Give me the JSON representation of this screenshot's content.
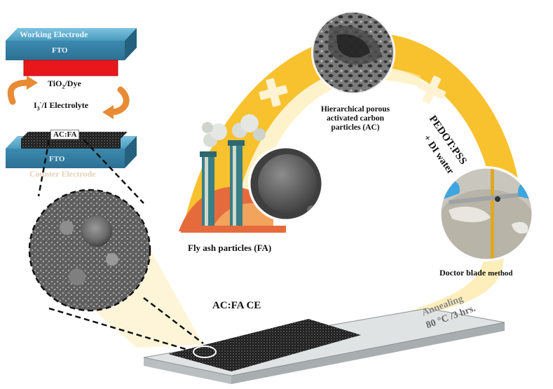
{
  "cell": {
    "working_electrode": "Working Electrode",
    "fto_top": "FTO",
    "dye_main": "TiO",
    "dye_sub": "2",
    "dye_rest": "/Dye",
    "electrolyte_main": "I",
    "electrolyte_sub": "3",
    "electrolyte_sup": "-",
    "electrolyte_rest": "/I Electrolyte",
    "acfa_tag": "AC:FA",
    "fto_bottom": "FTO",
    "counter_electrode": "Counter Electrode"
  },
  "process": {
    "fly_ash": "Fly ash particles (FA)",
    "porous_carbon": [
      "Hierarchical porous",
      "activated carbon",
      "particles (AC)"
    ],
    "pedot": "PEDOT:PSS",
    "di_water": "+ DI water",
    "doctor_blade": "Doctor blade",
    "doctor_method": "method",
    "annealing": "Annealing",
    "annealing_condition": "80 °C /3 hrs.",
    "product": "AC:FA CE"
  },
  "colors": {
    "arc_yellow": "#f8c12e",
    "arc_light": "#fde9a6",
    "electrode_blue": "#4a9cc0",
    "dye_red": "#e8171c",
    "arrow_orange": "#e88b35",
    "factory_orange": "#e56b3d",
    "factory_teal": "#3a7e86"
  }
}
